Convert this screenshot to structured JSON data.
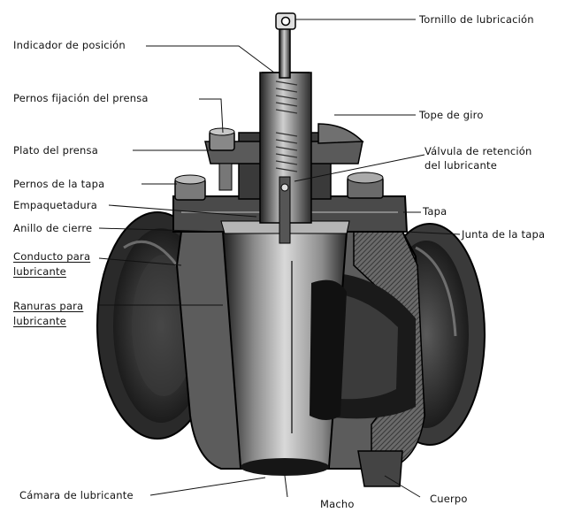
{
  "labels": {
    "tornillo": "Tornillo de lubricación",
    "indicador": "Indicador de posición",
    "pernos_prensa": "Pernos fijación del prensa",
    "tope": "Tope de giro",
    "plato": "Plato del prensa",
    "valvula_1": "Válvula de retención",
    "valvula_2": "del lubricante",
    "pernos_tapa": "Pernos de la tapa",
    "empaquetadura": "Empaquetadura",
    "tapa": "Tapa",
    "anillo": "Anillo de cierre",
    "junta": "Junta de la tapa",
    "conducto_1": "Conducto para",
    "conducto_2": "lubricante",
    "ranuras_1": "Ranuras para",
    "ranuras_2": "lubricante",
    "camara": "Cámara de lubricante",
    "macho": "Macho",
    "cuerpo": "Cuerpo"
  }
}
